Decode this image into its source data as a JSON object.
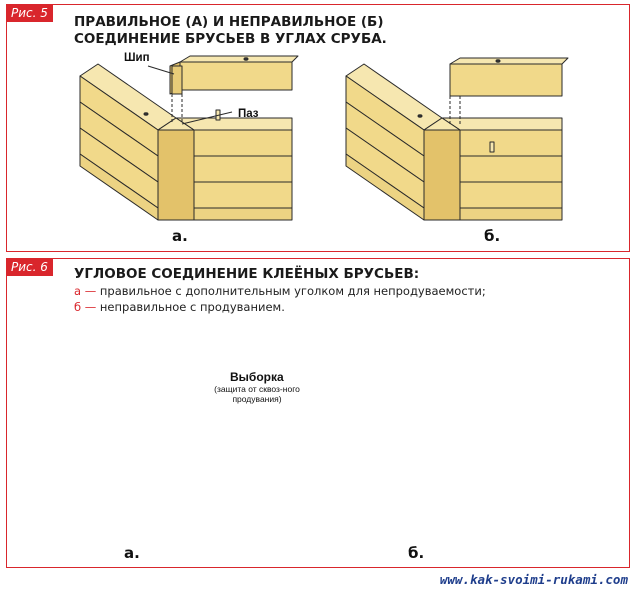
{
  "fig5": {
    "tag": "Рис. 5",
    "title_line1": "ПРАВИЛЬНОЕ (А) И НЕПРАВИЛЬНОЕ (Б)",
    "title_line2": "СОЕДИНЕНИЕ БРУСЬЕВ В УГЛАХ СРУБА.",
    "label_ship": "Шип",
    "label_paz": "Паз",
    "caption_a": "а.",
    "caption_b": "б."
  },
  "fig6": {
    "tag": "Рис. 6",
    "title": "УГЛОВОЕ СОЕДИНЕНИЕ КЛЕЁНЫХ БРУСЬЕВ:",
    "item_a_letter": "а",
    "item_a_text": "правильное с дополнительным уголком для непродуваемости;",
    "item_b_letter": "б",
    "item_b_text": "неправильное с продуванием.",
    "label_vyborka": "Выборка",
    "label_vyborka_note": "(защита от сквоз-ного продувания)",
    "caption_a": "а.",
    "caption_b": "б."
  },
  "watermark": "www.kak-svoimi-rukami.com",
  "colors": {
    "wood_top": "#f6e7b0",
    "wood_front": "#f1d98a",
    "wood_side": "#e3c26a",
    "accent_red": "#d9262c",
    "outline": "#2a2a2a"
  }
}
